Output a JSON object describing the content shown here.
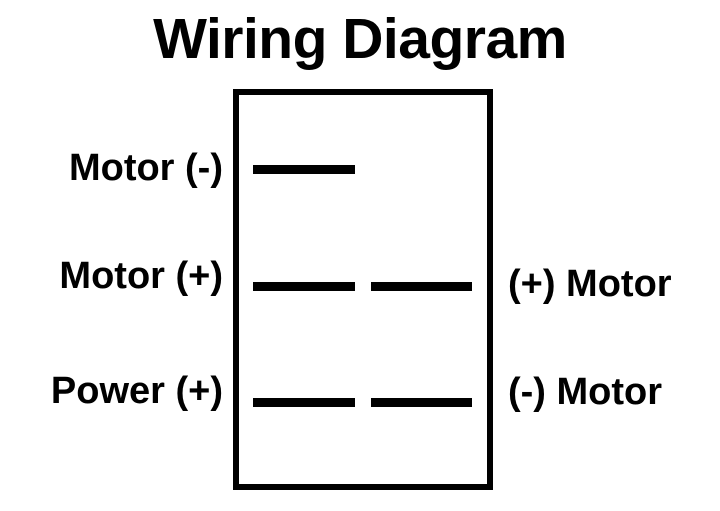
{
  "diagram": {
    "title": "Wiring Diagram",
    "background_color": "#ffffff",
    "line_color": "#000000",
    "body": {
      "name": "rocker-switch-body",
      "shape": "rectangle",
      "border_color": "#000000"
    },
    "left_labels": [
      {
        "id": "motor-negative",
        "text": "Motor (-)",
        "row": 1
      },
      {
        "id": "motor-positive",
        "text": "Motor (+)",
        "row": 2
      },
      {
        "id": "power-positive",
        "text": "Power (+)",
        "row": 3
      }
    ],
    "right_labels": [
      {
        "id": "positive-motor",
        "text": "(+) Motor",
        "row": 2
      },
      {
        "id": "negative-motor",
        "text": "(-) Motor",
        "row": 3
      }
    ],
    "terminal_rows": [
      {
        "id": "row-1",
        "bars": [
          "left"
        ]
      },
      {
        "id": "row-2",
        "bars": [
          "left",
          "right"
        ]
      },
      {
        "id": "row-3",
        "bars": [
          "left",
          "right"
        ]
      }
    ]
  }
}
